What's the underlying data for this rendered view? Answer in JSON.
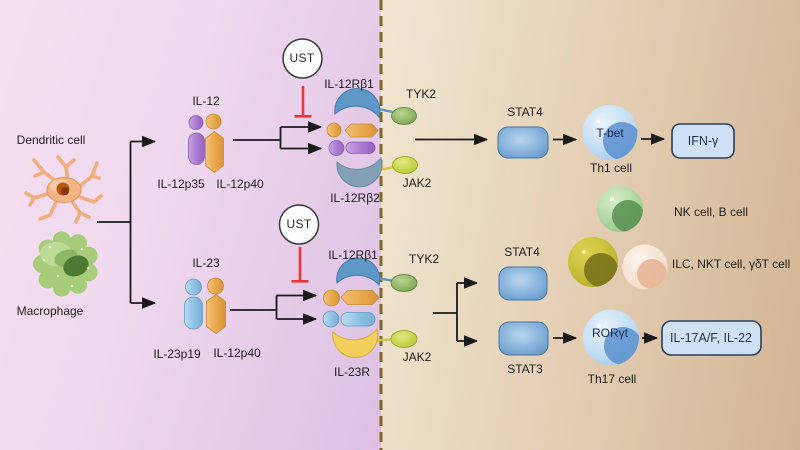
{
  "cells": {
    "dendritic_cell": "Dendritic cell",
    "macrophage": "Macrophage"
  },
  "cytokines": {
    "il12": {
      "name": "IL-12",
      "subunit_a": "IL-12p35",
      "subunit_b": "IL-12p40"
    },
    "il23": {
      "name": "IL-23",
      "subunit_a": "IL-23p19",
      "subunit_b": "IL-12p40"
    }
  },
  "inhibitor": {
    "name": "UST"
  },
  "receptor_il12": {
    "beta1": "IL-12Rβ1",
    "beta2": "IL-12Rβ2",
    "tyk2": "TYK2",
    "jak2": "JAK2"
  },
  "receptor_il23": {
    "beta1": "IL-12Rβ1",
    "il23r": "IL-23R",
    "tyk2": "TYK2",
    "jak2": "JAK2"
  },
  "pathway_il12": {
    "stat4": "STAT4",
    "tf": "T-bet",
    "cell": "Th1 cell",
    "output": "IFN-γ"
  },
  "pathway_il23": {
    "stat4": "STAT4",
    "stat3": "STAT3",
    "tf": "RORγt",
    "cell": "Th17 cell",
    "output": "IL-17A/F, IL-22"
  },
  "responder_cells": {
    "row1": "NK cell, B cell",
    "row2": "ILC, NKT cell, γδT cell"
  },
  "colors": {
    "inhibit_red": "#e83838",
    "membrane_dash": "#7c682e",
    "receptor_blue": "#5e98c8",
    "receptor_gray": "#83a0b6",
    "receptor_yellow": "#f2cf5a",
    "stat_blue": "#5a8fc4",
    "output_box_fill": "#cfe2f5",
    "output_box_border": "#2c3c56",
    "left_bg": "#eed6ee",
    "right_bg": "#e5d1b7"
  }
}
